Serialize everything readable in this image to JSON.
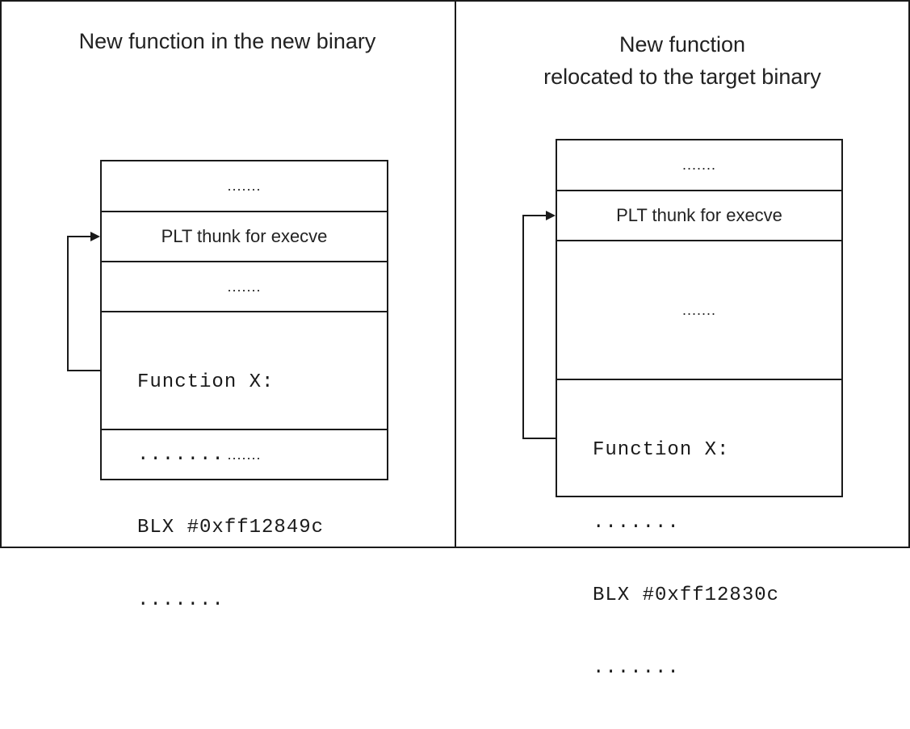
{
  "left_panel": {
    "title": "New function in the new binary",
    "cells": [
      {
        "text": "......."
      },
      {
        "text": "PLT thunk for execve"
      },
      {
        "text": "......."
      },
      {
        "lines": [
          "Function X:",
          ".......",
          "BLX #0xff12849c",
          "......."
        ]
      },
      {
        "text": "......."
      }
    ]
  },
  "right_panel": {
    "title_line1": "New function",
    "title_line2": "relocated to the target binary",
    "cells": [
      {
        "text": "......."
      },
      {
        "text": "PLT thunk for execve"
      },
      {
        "text": "......."
      },
      {
        "lines": [
          "Function X:",
          ".......",
          "BLX #0xff12830c",
          "......."
        ]
      }
    ]
  },
  "colors": {
    "stroke": "#1a1a1a",
    "text": "#222222",
    "background": "#ffffff"
  }
}
